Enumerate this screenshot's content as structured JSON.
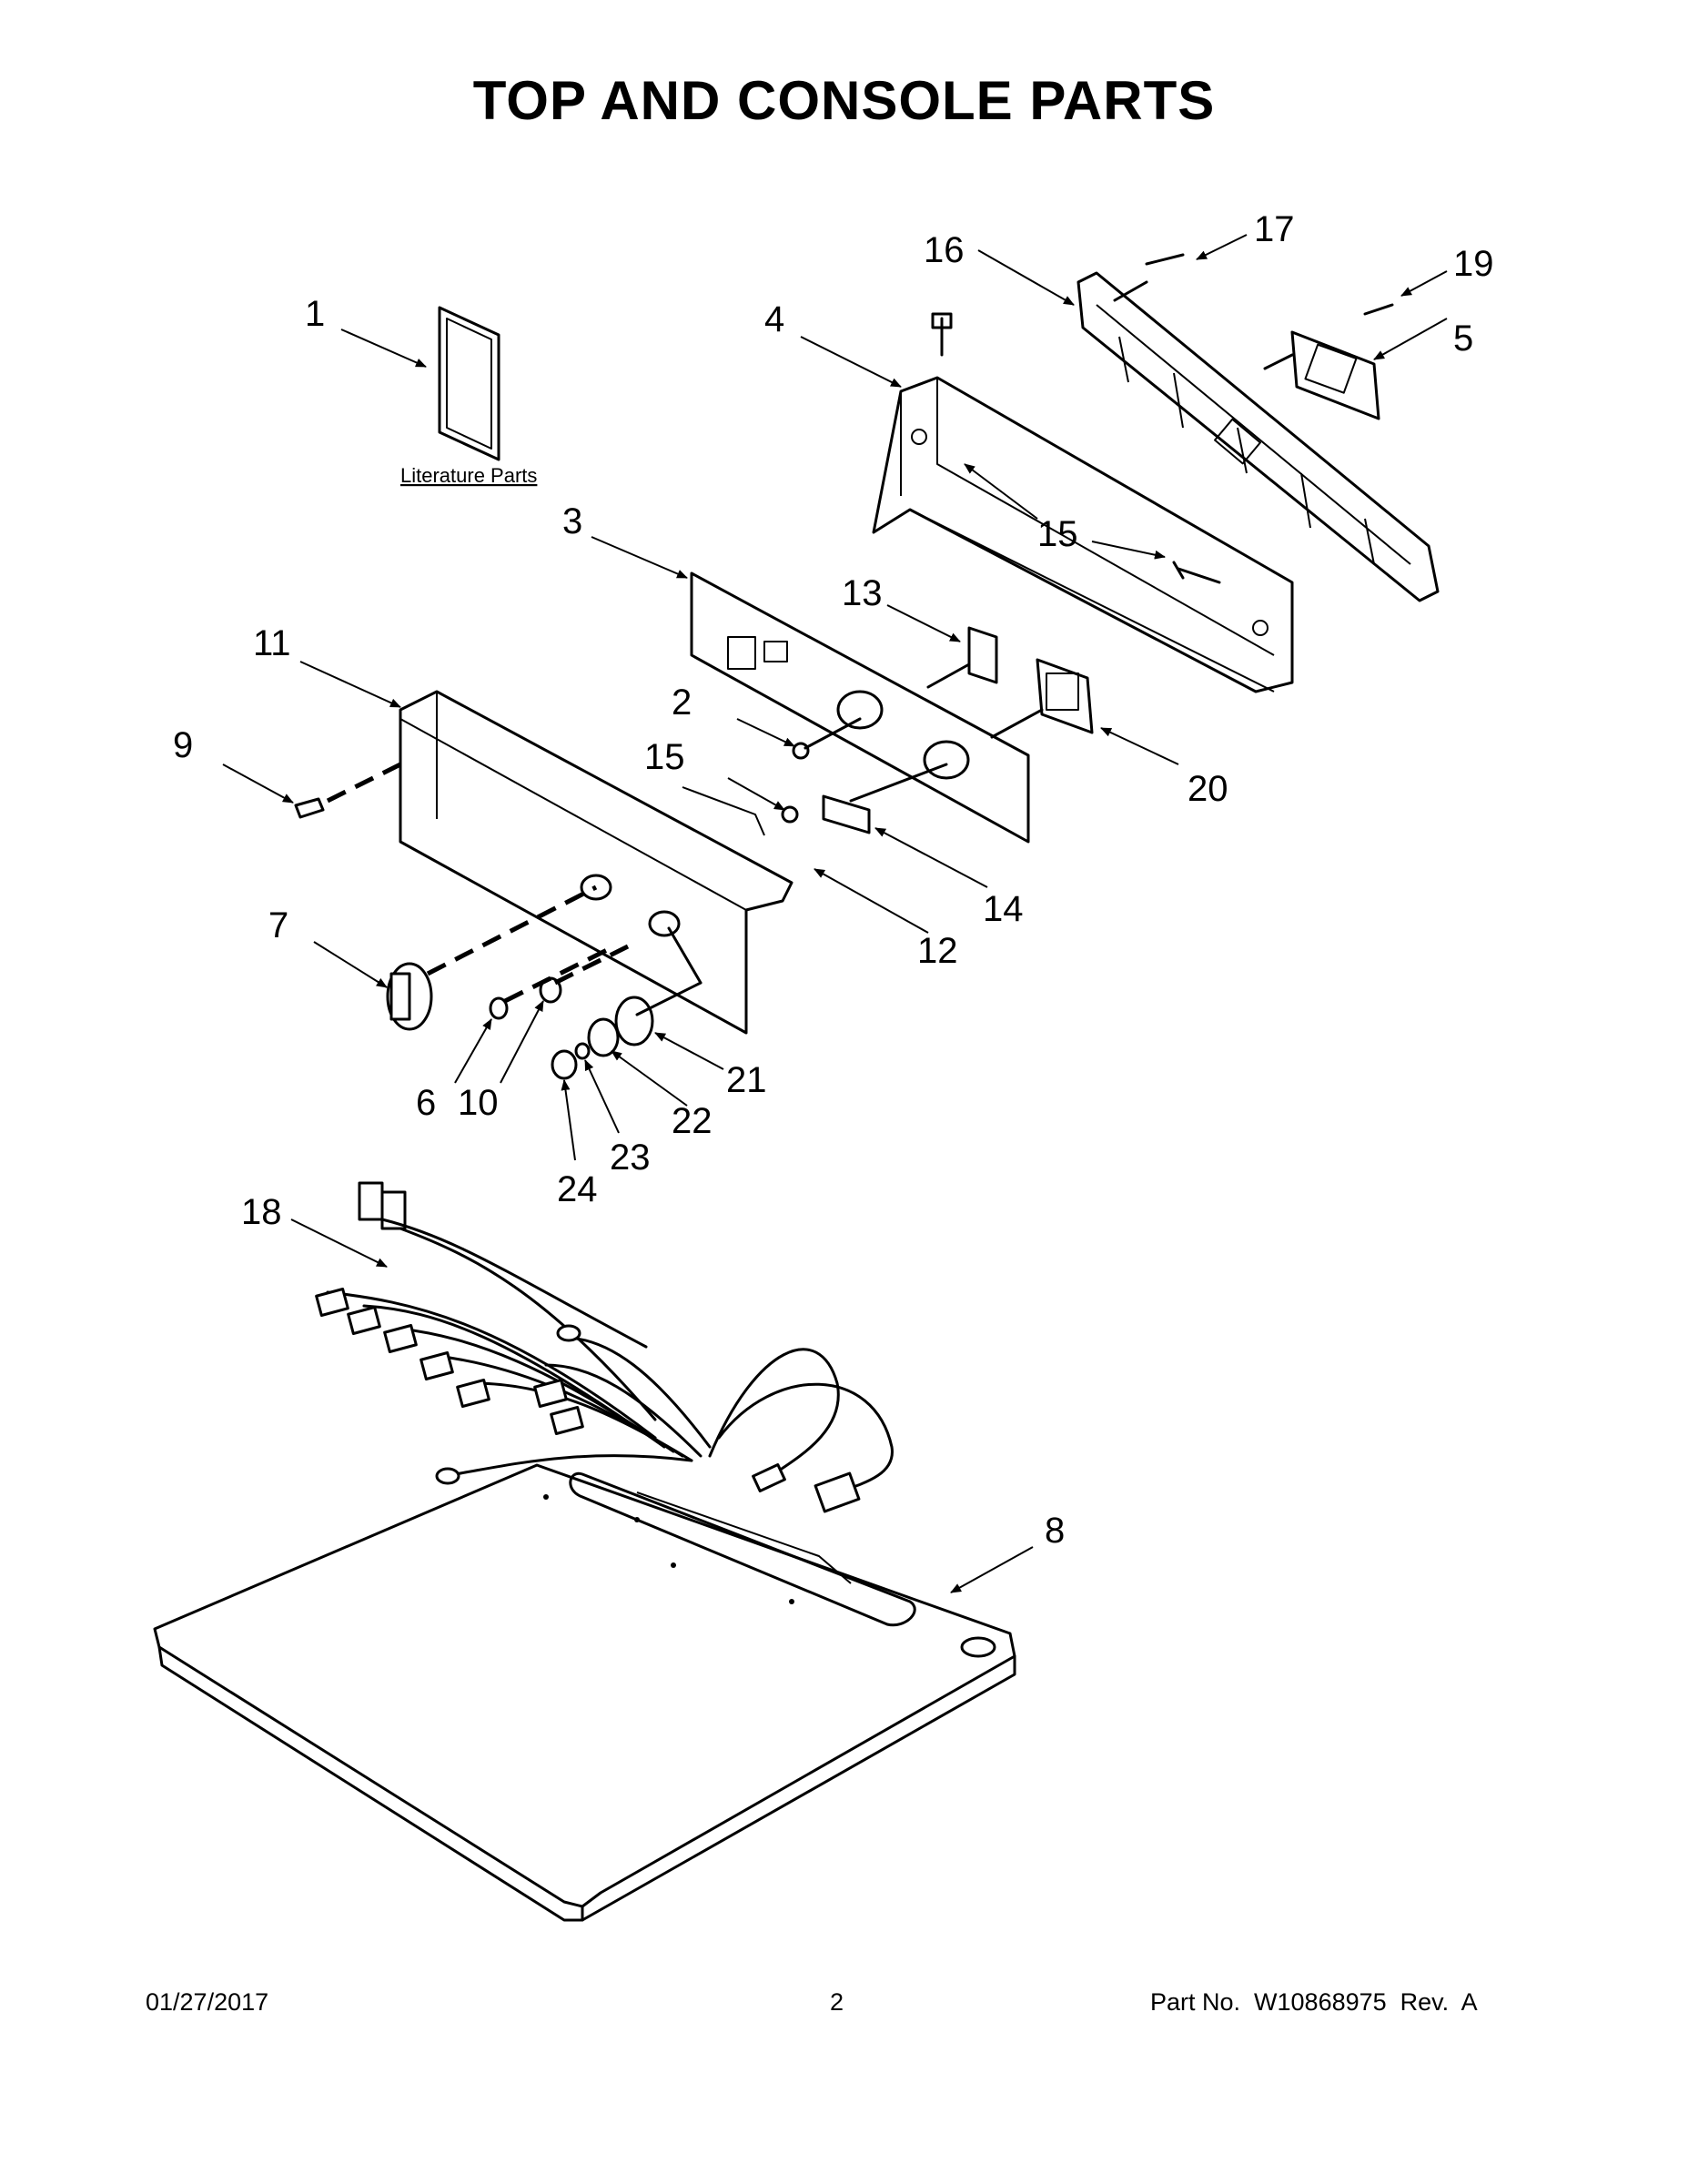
{
  "title": "TOP AND CONSOLE PARTS",
  "literature_label": "Literature Parts",
  "callouts": [
    "1",
    "2",
    "3",
    "4",
    "5",
    "6",
    "7",
    "8",
    "9",
    "10",
    "11",
    "12",
    "13",
    "14",
    "15",
    "15",
    "16",
    "17",
    "18",
    "19",
    "20",
    "21",
    "22",
    "23",
    "24"
  ],
  "footer": {
    "date": "01/27/2017",
    "page": "2",
    "part_number": "Part No.  W10868975  Rev.  A"
  }
}
